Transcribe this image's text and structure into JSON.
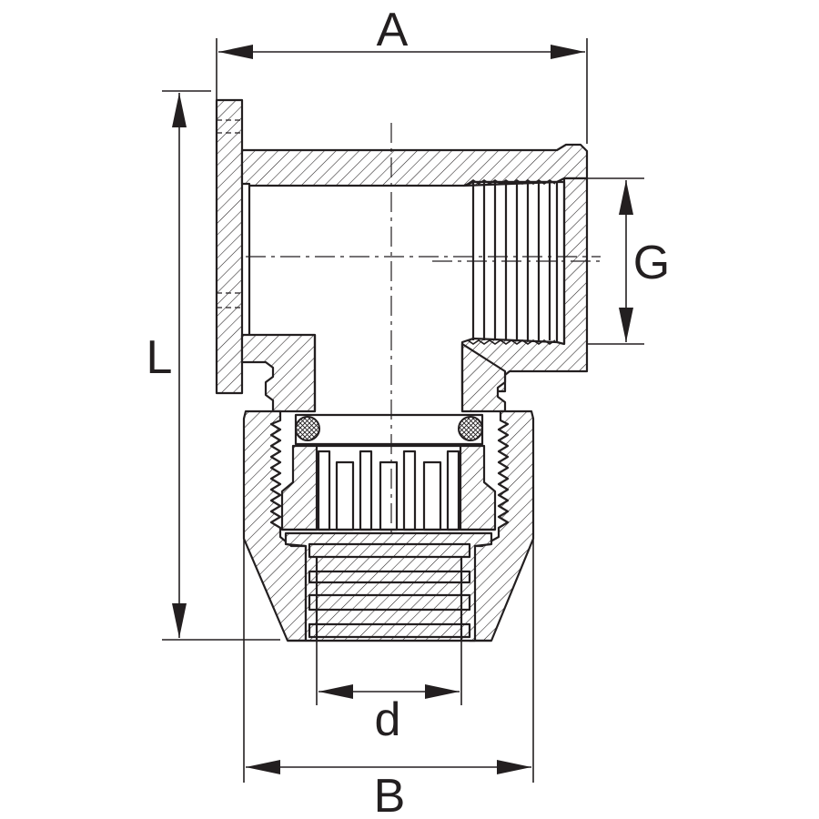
{
  "dimensions": {
    "A": "A",
    "G": "G",
    "L": "L",
    "d": "d",
    "B": "B"
  }
}
